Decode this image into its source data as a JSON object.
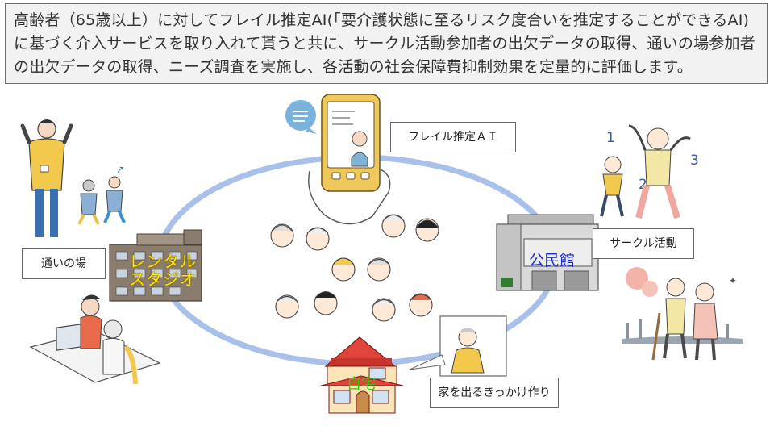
{
  "header": {
    "text": "高齢者（65歳以上）に対してフレイル推定AI(「要介護状態に至るリスク度合いを推定することができるAI)に基づく介入サービスを取り入れて貰うと共に、サークル活動参加者の出欠データの取得、通いの場参加者の出欠データの取得、ニーズ調査を実施し、各活動の社会保障費抑制効果を定量的に評価します。"
  },
  "labels": {
    "frail_ai": "フレイル推定ＡＩ",
    "circle": "サークル活動",
    "kayoi": "通いの場",
    "ie": "家を出るきっかけ作り"
  },
  "buildings": {
    "studio": "レンタル\nスタジオ",
    "kominkan": "公民館",
    "jitaku": "自宅"
  },
  "colors": {
    "ring": "#a9c0ea",
    "studio_text": "#ffe600",
    "kominkan_text": "#1a2cd6",
    "jitaku_text": "#2bd000"
  }
}
